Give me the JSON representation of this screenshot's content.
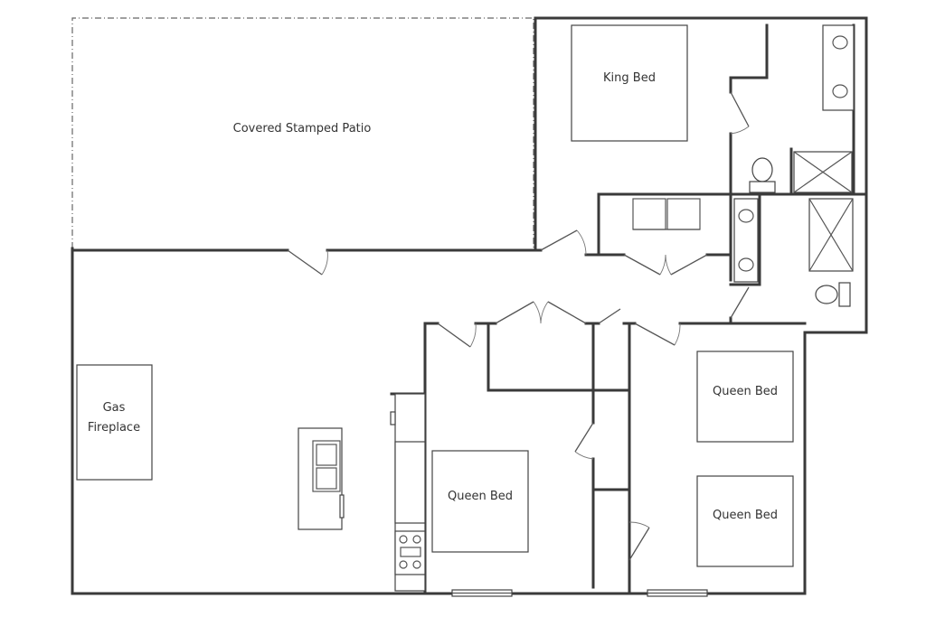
{
  "rooms": {
    "patio": "Covered Stamped Patio",
    "king_bed": "King Bed",
    "fireplace_line1": "Gas",
    "fireplace_line2": "Fireplace",
    "queen_bed_center": "Queen Bed",
    "queen_bed_right_top": "Queen Bed",
    "queen_bed_right_bottom": "Queen Bed"
  }
}
